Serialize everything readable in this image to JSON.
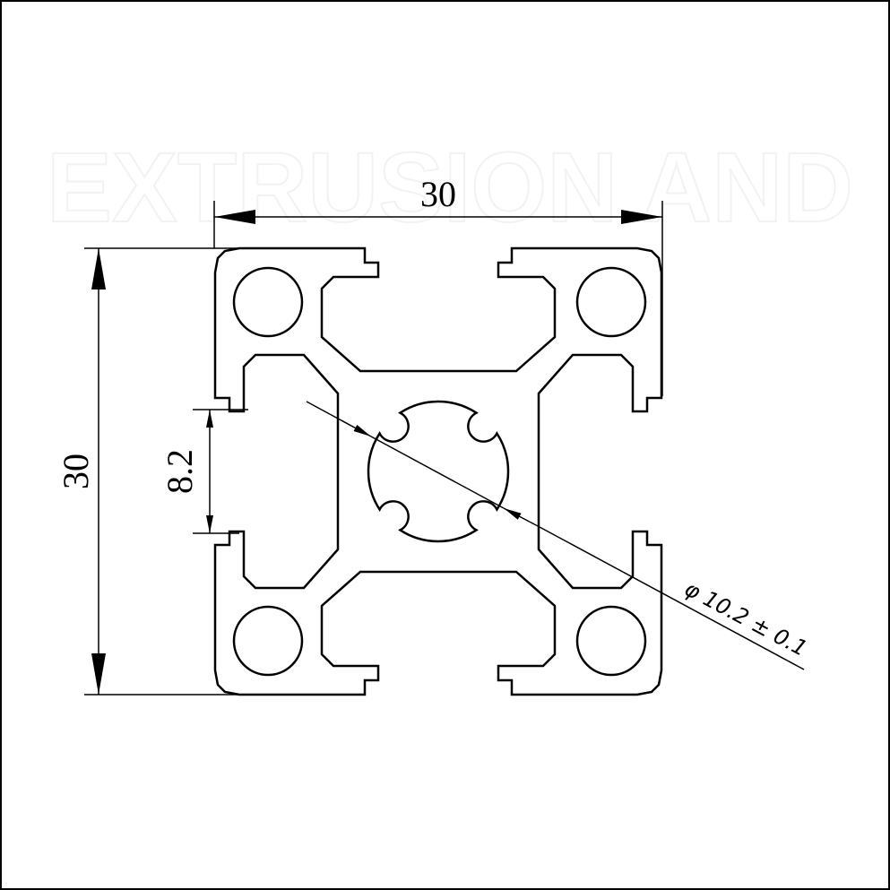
{
  "drawing": {
    "watermark": "EXTRUSION AND",
    "dimensions": {
      "width": "30",
      "height": "30",
      "slot_width": "8.2",
      "bore_diameter": "φ 10.2 ± 0.1"
    },
    "colors": {
      "line": "#000000",
      "background": "#ffffff"
    }
  }
}
